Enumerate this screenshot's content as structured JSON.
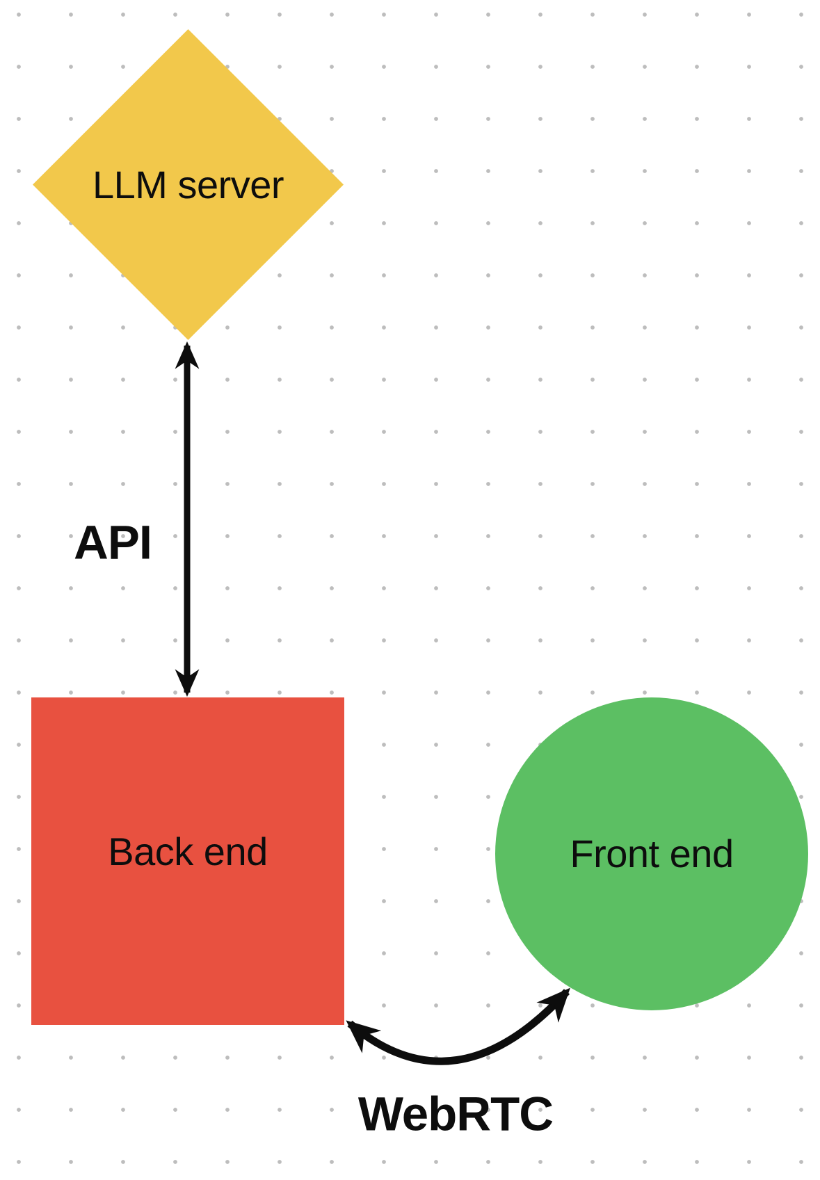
{
  "canvas": {
    "background": "#ffffff",
    "dot_color": "#bdbdbd",
    "arrow_color": "#0d0d0d",
    "text_color": "#0d0d0d"
  },
  "nodes": [
    {
      "id": "llm-server",
      "shape": "diamond",
      "label": "LLM server",
      "fill": "#F2C84B"
    },
    {
      "id": "back-end",
      "shape": "square",
      "label": "Back end",
      "fill": "#E85140"
    },
    {
      "id": "front-end",
      "shape": "circle",
      "label": "Front end",
      "fill": "#5CBF63"
    }
  ],
  "edges": [
    {
      "id": "api",
      "label": "API",
      "style": "straight-double-arrow",
      "from": "back-end",
      "to": "llm-server"
    },
    {
      "id": "webrtc",
      "label": "WebRTC",
      "style": "curved-double-arrow",
      "from": "back-end",
      "to": "front-end"
    }
  ]
}
